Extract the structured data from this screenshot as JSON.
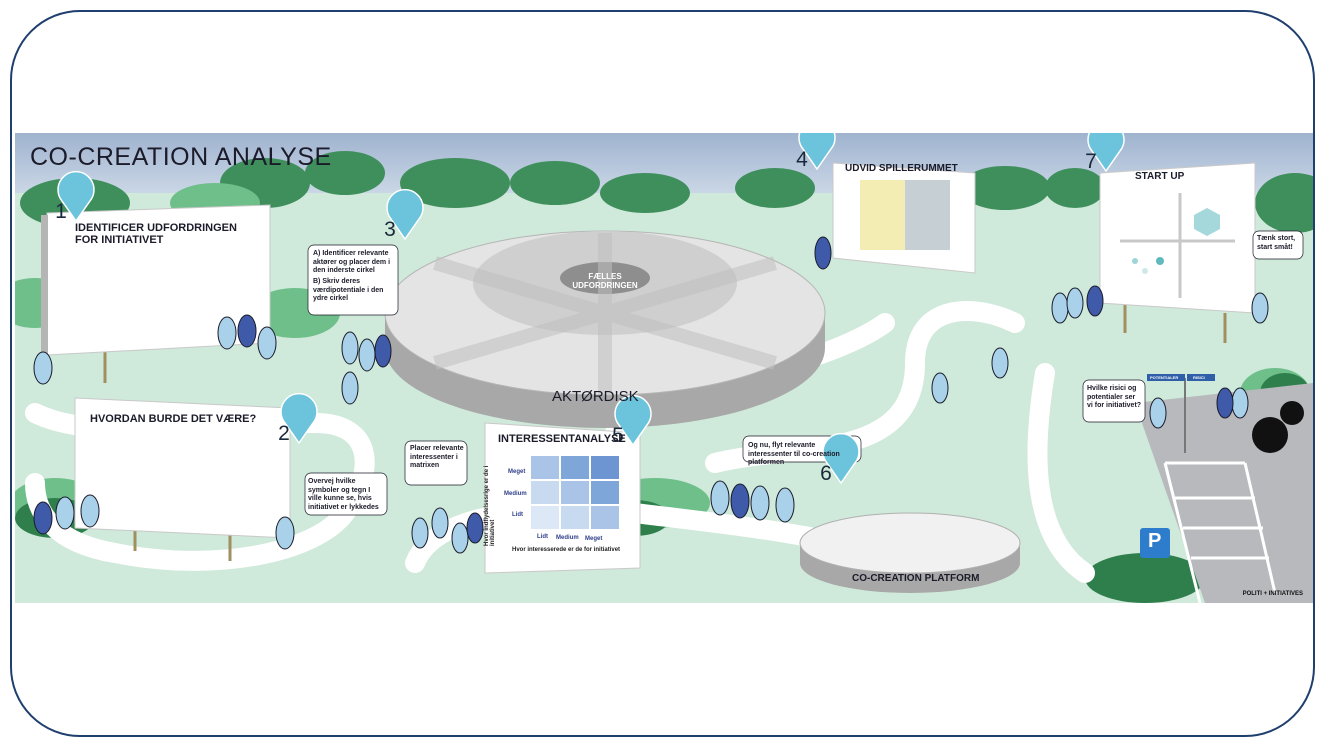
{
  "title": "CO-CREATION ANALYSE",
  "colors": {
    "sky": "#aebfd6",
    "grass": "#cde8d8",
    "path": "#ffffff",
    "pin": "#6cc4dc",
    "person_light": "#a9d2ea",
    "person_dark": "#3f5aa8",
    "tree": "#3f9a5e",
    "disk_light": "#e6e6e6",
    "disk_dark": "#a8a8a8"
  },
  "steps": [
    {
      "number": "1",
      "board_title": "IDENTIFICER UDFORDRINGEN FOR INITIATIVET"
    },
    {
      "number": "2",
      "board_title": "HVORDAN BURDE DET VÆRE?",
      "bubble": "Overvej hvilke symboler og tegn I ville kunne se, hvis initiativet er lykkedes"
    },
    {
      "number": "3",
      "bubble_a": "A) Identificer relevante aktører og placer dem i den inderste cirkel",
      "bubble_b": "B) Skriv deres værdipotentiale i den ydre cirkel"
    },
    {
      "number": "4",
      "board_title": "UDVID SPILLERUMMET"
    },
    {
      "number": "5",
      "board_title": "INTERESSENTANALYSE",
      "bubble": "Placer relevante interessenter i matrixen"
    },
    {
      "number": "6",
      "bubble": "Og nu, flyt relevante interessenter til co-creation platformen"
    },
    {
      "number": "7",
      "board_title": "START UP",
      "bubble_left": "Hvilke risici og potentialer ser vi for initiativet?",
      "bubble_right": "Tænk stort, start småt!"
    }
  ],
  "disk": {
    "center_label": "FÆLLES UDFORDRINGEN",
    "rim_label": "AKTØRDISK"
  },
  "platform_label": "CO-CREATION PLATFORM",
  "matrix": {
    "row_labels": [
      "Meget",
      "Medium",
      "Lidt"
    ],
    "col_labels": [
      "Lidt",
      "Medium",
      "Meget"
    ],
    "x_axis": "Hvor interesserede er de for initiativet",
    "y_axis": "Hvor indflydelsesrige er de i initiativet"
  },
  "sign_labels": [
    "POTENTIALER",
    "RISICI"
  ],
  "parking_symbol": "P",
  "footer": "POLITI + INITIATIVES"
}
